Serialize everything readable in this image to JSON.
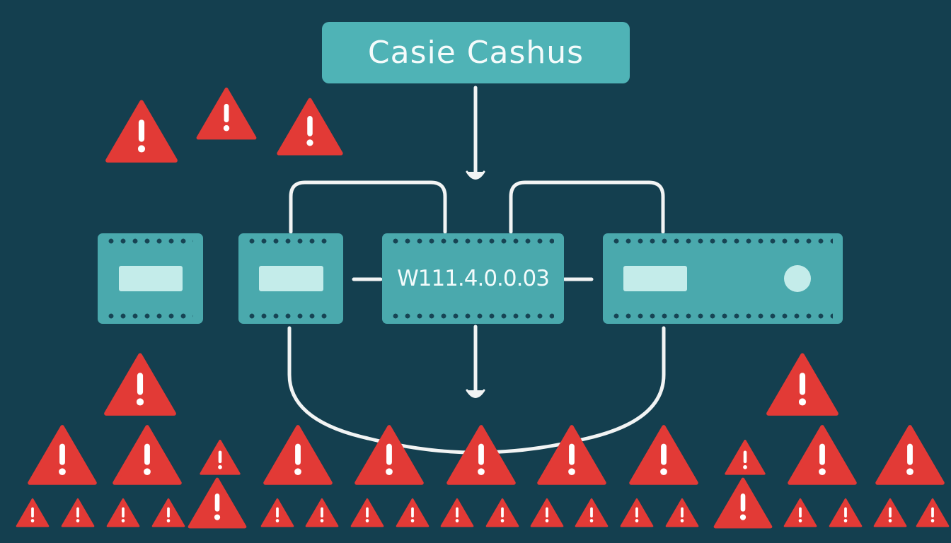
{
  "title": "Casie Cashus",
  "devices": [
    {
      "id": "device-1",
      "label": ""
    },
    {
      "id": "device-2",
      "label": ""
    },
    {
      "id": "device-3",
      "label": "W111.4.0.0.03"
    },
    {
      "id": "device-4",
      "label": ""
    }
  ],
  "colors": {
    "background": "#143f4f",
    "node_fill": "#4aa9ad",
    "slot_fill": "#c4ecea",
    "connector": "#f2f4f4",
    "warning": "#e23a36"
  },
  "icons": {
    "warning": "warning-triangle-icon",
    "led": "status-led-icon"
  }
}
